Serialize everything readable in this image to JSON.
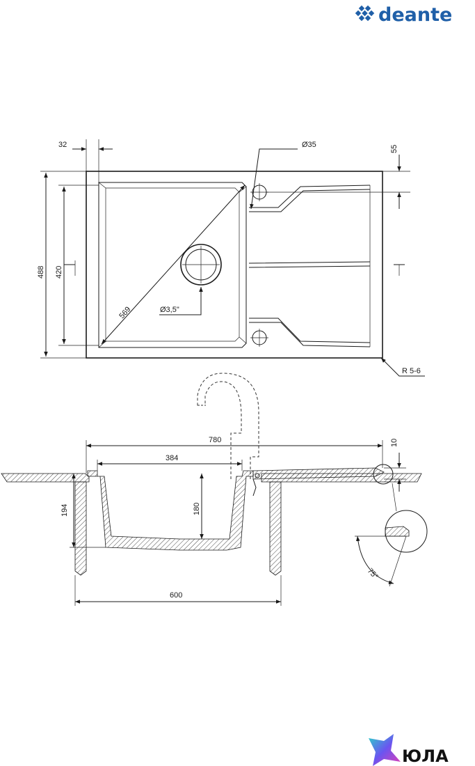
{
  "brand": {
    "name": "deante",
    "color": "#1f5fa8"
  },
  "footer_brand": {
    "name": "ЮЛА"
  },
  "plan_view": {
    "dim_top_left": "32",
    "dim_drain": "Ø35",
    "dim_right_top": "55",
    "dim_height_outer": "488",
    "dim_height_bowl": "420",
    "dim_diagonal": "569",
    "dim_waste": "Ø3,5\"",
    "dim_radius": "R 5-6"
  },
  "section_view": {
    "dim_total_width": "780",
    "dim_thickness": "10",
    "dim_bowl_width": "384",
    "dim_bowl_depth": "180",
    "dim_total_depth": "194",
    "dim_cabinet": "600",
    "dim_angle": "75°"
  }
}
